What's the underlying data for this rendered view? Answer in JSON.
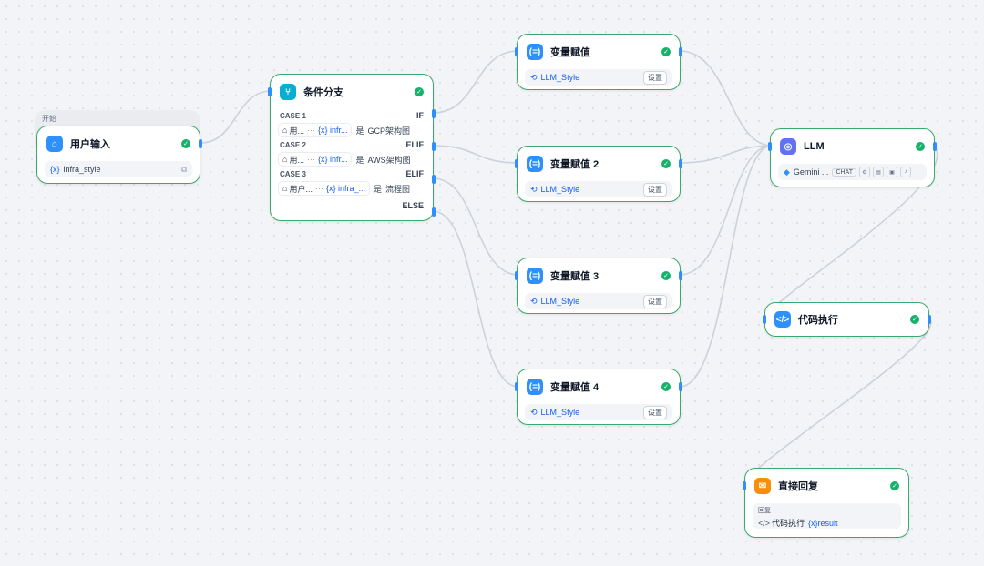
{
  "start": {
    "tag": "开始",
    "title": "用户输入",
    "var_icon": "{x}",
    "var": "infra_style"
  },
  "ifelse": {
    "title": "条件分支",
    "cases": [
      {
        "label": "CASE 1",
        "kind": "IF",
        "left": "用...",
        "dots": "···",
        "var": "{x} infr...",
        "op": "是",
        "value": "GCP架构图"
      },
      {
        "label": "CASE 2",
        "kind": "ELIF",
        "left": "用...",
        "dots": "···",
        "var": "{x} infr...",
        "op": "是",
        "value": "AWS架构图"
      },
      {
        "label": "CASE 3",
        "kind": "ELIF",
        "left": "用户...",
        "dots": "···",
        "var": "{x} infra_...",
        "op": "是",
        "value": "流程图"
      }
    ],
    "else": "ELSE"
  },
  "assigners": [
    {
      "title": "变量赋值",
      "var": "LLM_Style",
      "button": "设置"
    },
    {
      "title": "变量赋值 2",
      "var": "LLM_Style",
      "button": "设置"
    },
    {
      "title": "变量赋值 3",
      "var": "LLM_Style",
      "button": "设置"
    },
    {
      "title": "变量赋值 4",
      "var": "LLM_Style",
      "button": "设置"
    }
  ],
  "llm": {
    "title": "LLM",
    "model": "Gemini ...",
    "mode": "CHAT"
  },
  "code": {
    "title": "代码执行"
  },
  "answer": {
    "title": "直接回复",
    "label": "回复",
    "source": "代码执行",
    "var": "{x}result"
  },
  "colors": {
    "accent": "#2e90fa",
    "success": "#17b26a",
    "border": "#3aa96b"
  }
}
